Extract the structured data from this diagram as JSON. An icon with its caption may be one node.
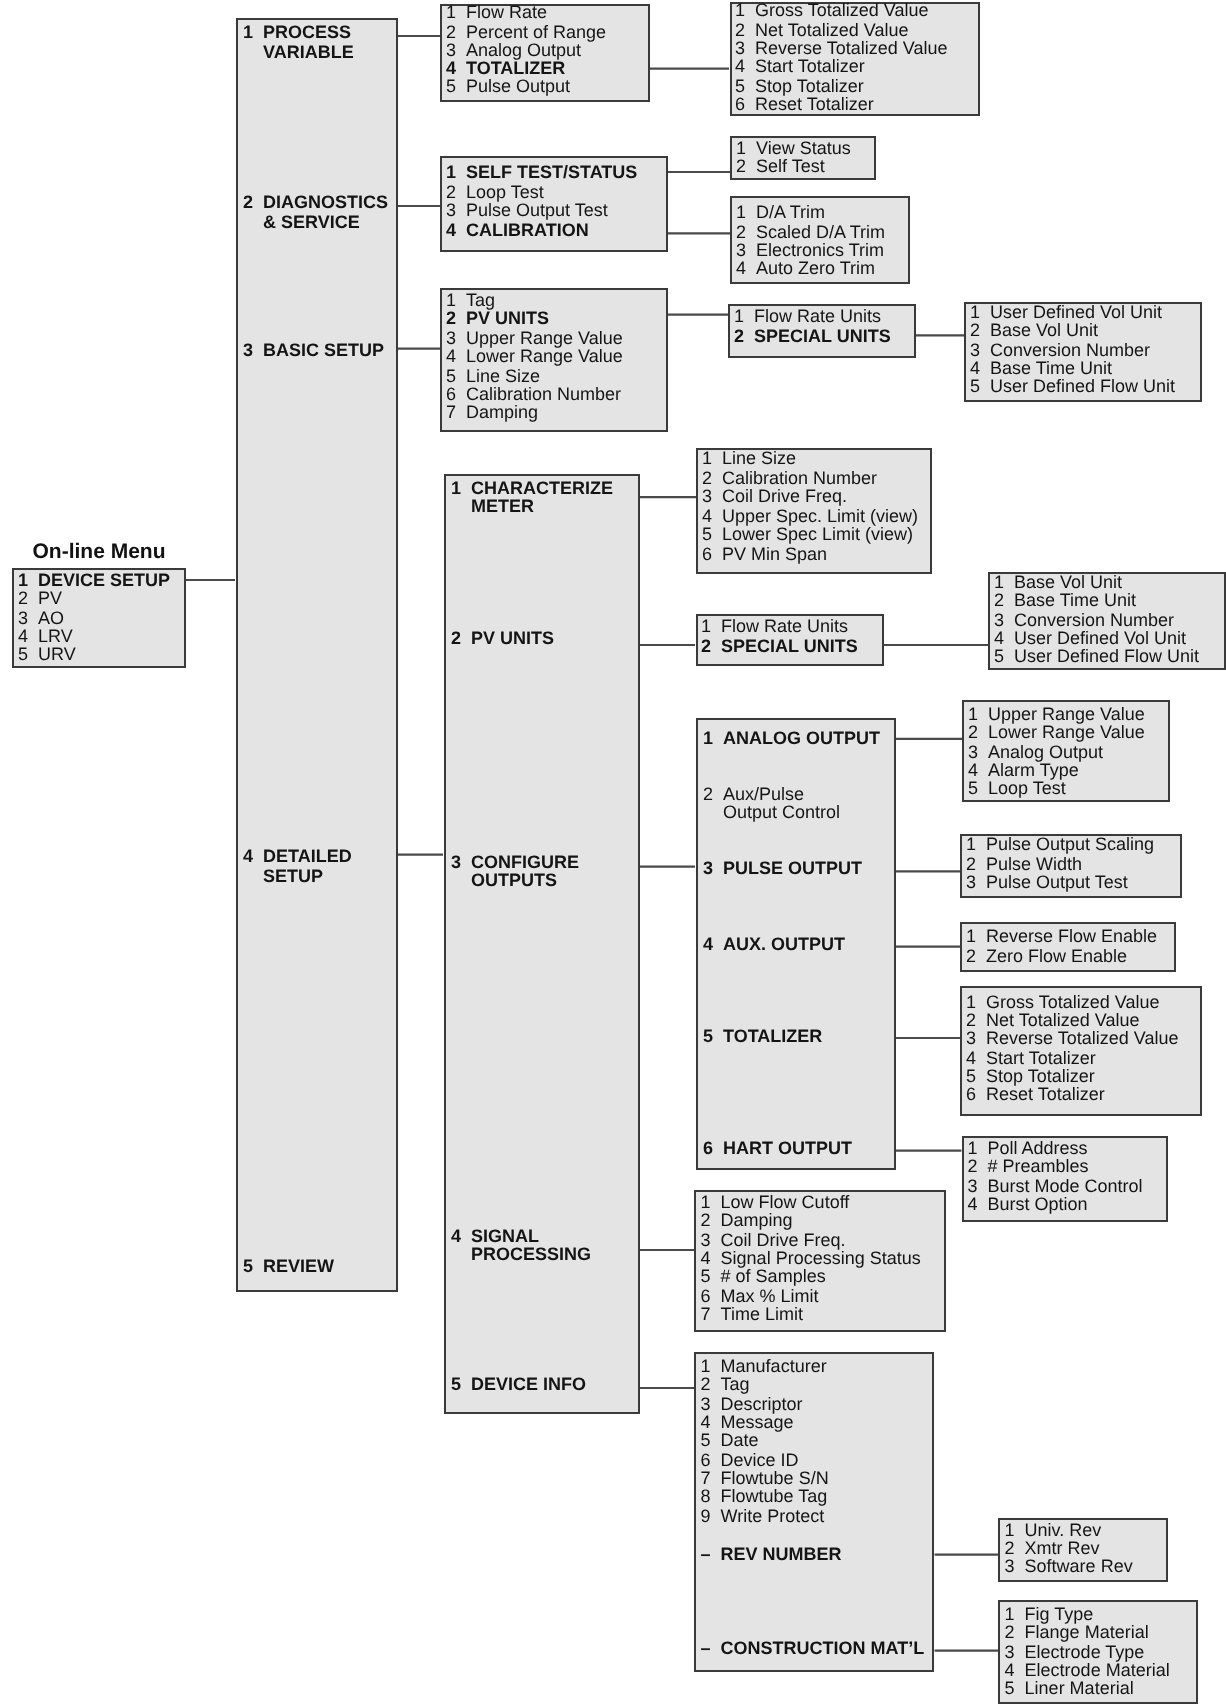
{
  "diagram": {
    "nodes": [
      {
        "text": [
          "On-line Menu",
          "1 DEVICE SETUP",
          "2 PV",
          "3 AO",
          "4 LRV",
          "5 URV"
        ]
      },
      {
        "text": [
          "1 PROCESS VARIABLE",
          "2 DIAGNOSTICS & SERVICE",
          "3 BASIC SETUP",
          "4 DETAILED SETUP",
          "5 REVIEW"
        ]
      },
      {
        "text": [
          "1 Flow Rate",
          "2 Percent of Range",
          "3 Analog Output",
          "4 TOTALIZER",
          "5 Pulse Output"
        ]
      },
      {
        "text": [
          "1 Gross Totalized Value",
          "2 Net Totalized Value",
          "3 Reverse Totalized Value",
          "4 Start Totalizer",
          "5 Stop Totalizer",
          "6 Reset Totalizer"
        ]
      },
      {
        "text": [
          "1 SELF TEST/STATUS",
          "2 Loop Test",
          "3 Pulse Output Test",
          "4 CALIBRATION"
        ]
      },
      {
        "text": [
          "1 View Status",
          "2 Self Test"
        ]
      },
      {
        "text": [
          "1 D/A Trim",
          "2 Scaled D/A Trim",
          "3 Electronics Trim",
          "4 Auto Zero Trim"
        ]
      },
      {
        "text": [
          "1 Tag",
          "2 PV UNITS",
          "3 Upper Range Value",
          "4 Lower Range Value",
          "5 Line Size",
          "6 Calibration Number",
          "7 Damping"
        ]
      },
      {
        "text": [
          "1 Flow Rate Units",
          "2 SPECIAL UNITS"
        ]
      },
      {
        "text": [
          "1 User Defined Vol Unit",
          "2 Base Vol Unit",
          "3 Conversion Number",
          "4 Base Time Unit",
          "5 User Defined Flow Unit"
        ]
      },
      {
        "text": [
          "1 CHARACTERIZE METER",
          "2 PV UNITS",
          "3 CONFIGURE OUTPUTS",
          "4 SIGNAL PROCESSING",
          "5 DEVICE INFO"
        ]
      },
      {
        "text": [
          "1 Line Size",
          "2 Calibration Number",
          "3 Coil Drive Freq.",
          "4 Upper Spec. Limit (view)",
          "5 Lower Spec Limit (view)",
          "6 PV Min Span"
        ]
      },
      {
        "text": [
          "1 Flow Rate Units",
          "2 SPECIAL UNITS"
        ]
      },
      {
        "text": [
          "1 Base Vol Unit",
          "2 Base Time Unit",
          "3 Conversion Number",
          "4 User Defined Vol Unit",
          "5 User Defined Flow Unit"
        ]
      },
      {
        "text": [
          "1 ANALOG OUTPUT",
          "2 Aux/Pulse Output Control",
          "3 PULSE OUTPUT",
          "4 AUX. OUTPUT",
          "5 TOTALIZER",
          "6 HART OUTPUT"
        ]
      },
      {
        "text": [
          "1 Upper Range Value",
          "2 Lower Range Value",
          "3 Analog Output",
          "4 Alarm Type",
          "5 Loop Test"
        ]
      },
      {
        "text": [
          "1 Pulse Output Scaling",
          "2 Pulse Width",
          "3 Pulse Output Test"
        ]
      },
      {
        "text": [
          "1 Reverse Flow Enable",
          "2 Zero Flow Enable"
        ]
      },
      {
        "text": [
          "1 Gross Totalized Value",
          "2 Net Totalized Value",
          "3 Reverse Totalized Value",
          "4 Start Totalizer",
          "5 Stop Totalizer",
          "6 Reset Totalizer"
        ]
      },
      {
        "text": [
          "1 Poll Address",
          "2 # Preambles",
          "3 Burst Mode Control",
          "4 Burst Option"
        ]
      },
      {
        "text": [
          "1 Low Flow Cutoff",
          "2 Damping",
          "3 Coil Drive Freq.",
          "4 Signal Processing Status",
          "5 # of Samples",
          "6 Max % Limit",
          "7 Time Limit"
        ]
      },
      {
        "text": [
          "1 Manufacturer",
          "2 Tag",
          "3 Descriptor",
          "4 Message",
          "5 Date",
          "6 Device ID",
          "7 Flowtube S/N",
          "8 Flowtube Tag",
          "9 Write Protect",
          "– REV NUMBER",
          "– CONSTRUCTION MAT’L"
        ]
      },
      {
        "text": [
          "1 Univ. Rev",
          "2 Xmtr Rev",
          "3 Software Rev"
        ]
      },
      {
        "text": [
          "1 Fig Type",
          "2 Flange Material",
          "3 Electrode Type",
          "4 Electrode Material",
          "5 Liner Material"
        ]
      }
    ],
    "edges": [
      {
        "from": 0,
        "to": 1,
        "arrow": "none"
      },
      {
        "from": 1,
        "to": 2,
        "arrow": "none"
      },
      {
        "from": 2,
        "to": 3,
        "arrow": "none"
      },
      {
        "from": 1,
        "to": 4,
        "arrow": "none"
      },
      {
        "from": 4,
        "to": 5,
        "arrow": "none"
      },
      {
        "from": 4,
        "to": 6,
        "arrow": "none"
      },
      {
        "from": 1,
        "to": 7,
        "arrow": "none"
      },
      {
        "from": 7,
        "to": 8,
        "arrow": "none"
      },
      {
        "from": 8,
        "to": 9,
        "arrow": "none"
      },
      {
        "from": 1,
        "to": 10,
        "arrow": "none"
      },
      {
        "from": 10,
        "to": 11,
        "arrow": "none"
      },
      {
        "from": 10,
        "to": 12,
        "arrow": "none"
      },
      {
        "from": 12,
        "to": 13,
        "arrow": "none"
      },
      {
        "from": 10,
        "to": 14,
        "arrow": "none"
      },
      {
        "from": 14,
        "to": 15,
        "arrow": "none"
      },
      {
        "from": 14,
        "to": 16,
        "arrow": "none"
      },
      {
        "from": 14,
        "to": 17,
        "arrow": "none"
      },
      {
        "from": 14,
        "to": 18,
        "arrow": "none"
      },
      {
        "from": 14,
        "to": 19,
        "arrow": "none"
      },
      {
        "from": 10,
        "to": 20,
        "arrow": "none"
      },
      {
        "from": 10,
        "to": 21,
        "arrow": "none"
      },
      {
        "from": 21,
        "to": 22,
        "arrow": "none"
      },
      {
        "from": 21,
        "to": 23,
        "arrow": "none"
      }
    ]
  }
}
